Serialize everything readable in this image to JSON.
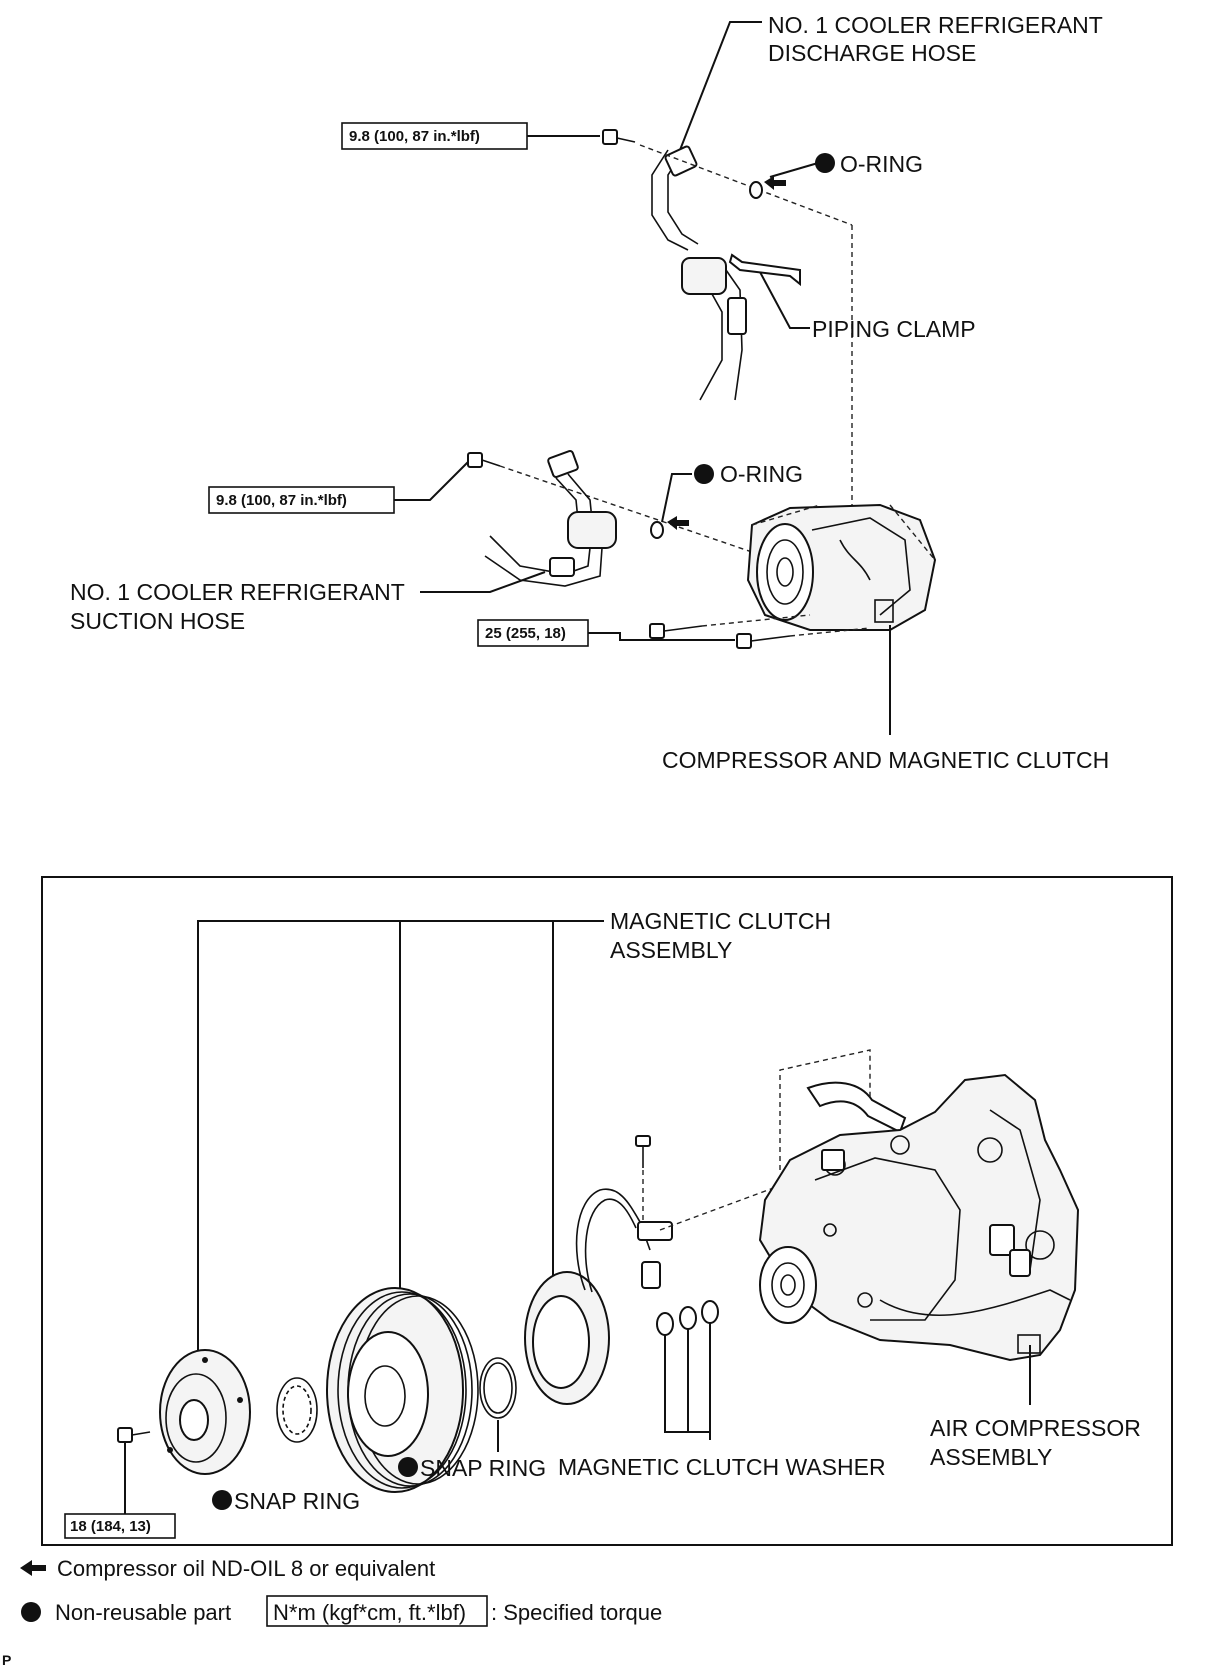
{
  "upper": {
    "discharge_hose": [
      "NO. 1 COOLER REFRIGERANT",
      "DISCHARGE HOSE"
    ],
    "discharge_bolt_torque": "9.8 (100, 87 in.*lbf)",
    "o_ring_top": "O-RING",
    "piping_clamp": "PIPING CLAMP",
    "suction_bolt_torque": "9.8 (100, 87 in.*lbf)",
    "o_ring_mid": "O-RING",
    "suction_hose": [
      "NO. 1 COOLER REFRIGERANT",
      "SUCTION HOSE"
    ],
    "compressor_bolt_torque": "25 (255, 18)",
    "compressor": "COMPRESSOR AND MAGNETIC CLUTCH"
  },
  "lower": {
    "magnetic_clutch_assembly": [
      "MAGNETIC CLUTCH",
      "ASSEMBLY"
    ],
    "air_compressor_assembly": [
      "AIR COMPRESSOR",
      "ASSEMBLY"
    ],
    "magnetic_clutch_washer": "MAGNETIC CLUTCH WASHER",
    "snap_ring_inner": "SNAP RING",
    "snap_ring_outer": "SNAP RING",
    "hub_bolt_torque": "18 (184, 13)"
  },
  "legend": {
    "oil": "Compressor oil ND-OIL 8 or equivalent",
    "non_reusable": "Non-reusable part",
    "torque_box": "N*m (kgf*cm, ft.*lbf)",
    "torque_desc": ": Specified torque"
  },
  "corner_mark": "P"
}
